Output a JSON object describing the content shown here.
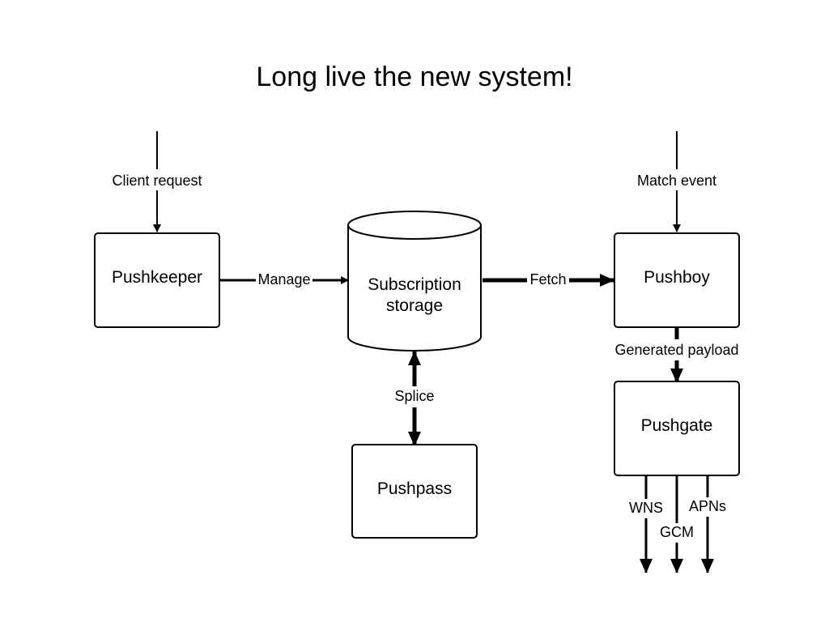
{
  "title": "Long live the new system!",
  "nodes": {
    "pushkeeper": "Pushkeeper",
    "storage_line1": "Subscription",
    "storage_line2": "storage",
    "pushboy": "Pushboy",
    "pushgate": "Pushgate",
    "pushpass": "Pushpass"
  },
  "edges": {
    "client_request": "Client request",
    "match_event": "Match event",
    "manage": "Manage",
    "fetch": "Fetch",
    "generated_payload": "Generated payload",
    "splice": "Splice",
    "wns": "WNS",
    "gcm": "GCM",
    "apns": "APNs"
  }
}
